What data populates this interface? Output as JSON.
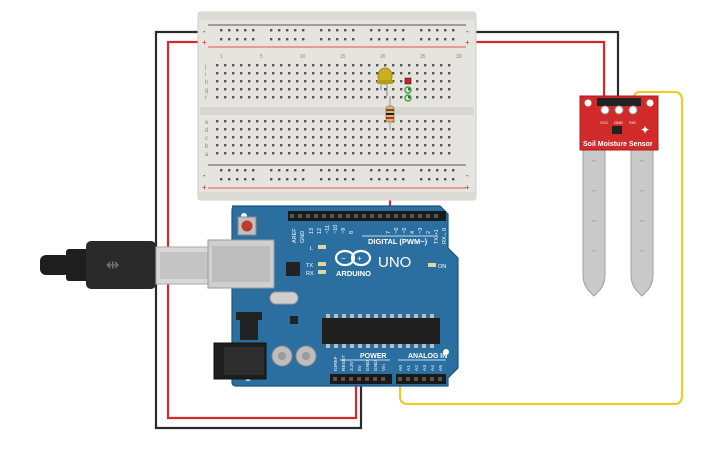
{
  "breadboard": {
    "columns": [
      "1",
      "5",
      "10",
      "15",
      "20",
      "25",
      "30"
    ],
    "rows_top": [
      "j",
      "i",
      "h",
      "g",
      "f"
    ],
    "rows_bottom": [
      "e",
      "d",
      "c",
      "b",
      "a"
    ],
    "rail_plus": "+",
    "rail_minus": "-"
  },
  "arduino": {
    "brand": "ARDUINO",
    "model": "UNO",
    "digital_header": "DIGITAL (PWM~)",
    "pin_aref": "AREF",
    "pin_gnd": "GND",
    "digital_pins": [
      "13",
      "12",
      "~11",
      "~10",
      "~9",
      "8",
      "7",
      "~6",
      "~5",
      "4",
      "~3",
      "2",
      "TX➝1",
      "RX←0"
    ],
    "led_l": "L",
    "led_tx": "TX",
    "led_rx": "RX",
    "led_on": "ON",
    "power_header": "POWER",
    "power_pins": [
      "IOREF",
      "RESET",
      "3.3V",
      "5V",
      "GND",
      "GND",
      "Vin"
    ],
    "analog_header": "ANALOG IN",
    "analog_pins": [
      "A0",
      "A1",
      "A2",
      "A3",
      "A4",
      "A5"
    ]
  },
  "sensor": {
    "label": "Soil Moisture Sensor",
    "pins": [
      "VCC",
      "GND",
      "SIG"
    ]
  },
  "colors": {
    "wire_red": "#d42a2a",
    "wire_black": "#2b2b2b",
    "wire_yellow": "#f0c92a",
    "arduino_board": "#2a6fa0",
    "sensor_board": "#d12a2a",
    "breadboard": "#e6e4df"
  }
}
